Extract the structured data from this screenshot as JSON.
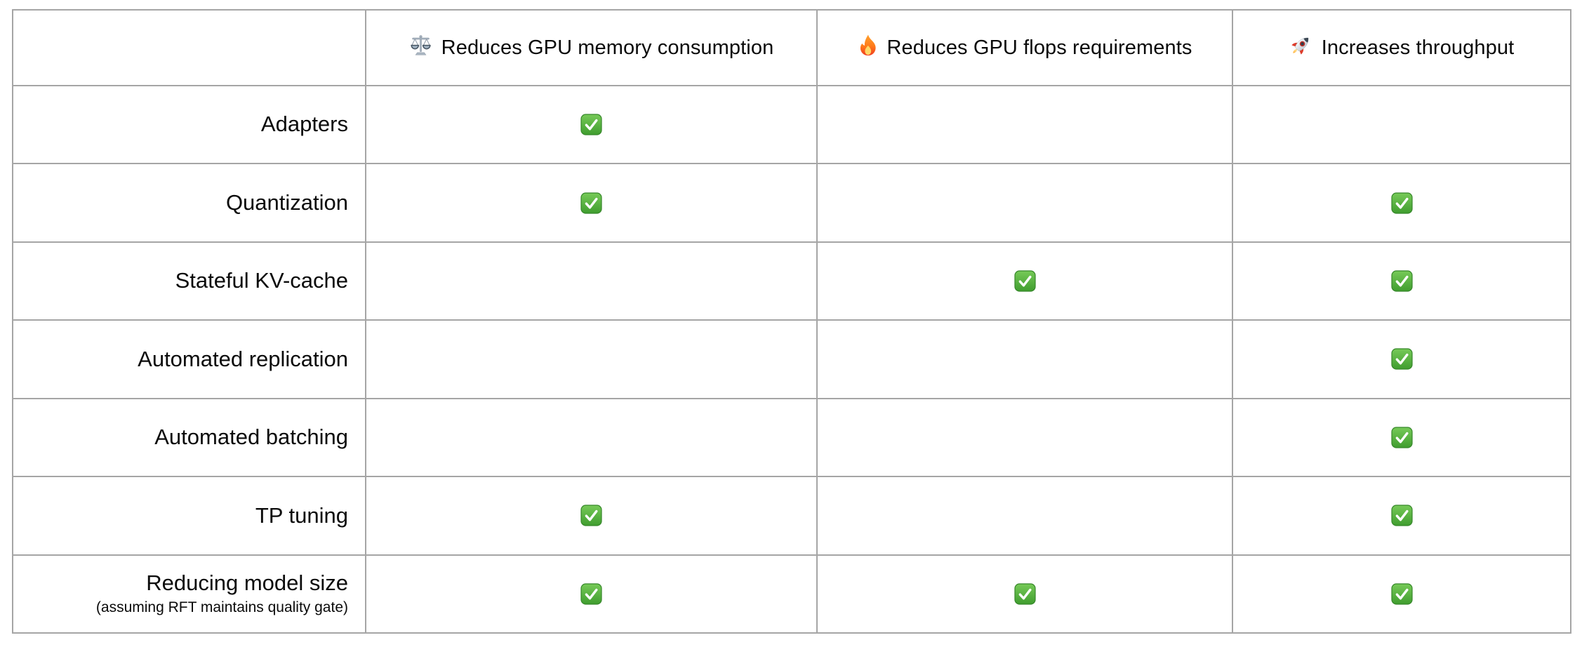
{
  "table": {
    "name": "serving-optimizations-feature-matrix",
    "corner_label": "",
    "columns": [
      {
        "icon": "balance-scale-icon",
        "label": "Reduces GPU memory consumption"
      },
      {
        "icon": "fire-icon",
        "label": "Reduces GPU flops requirements"
      },
      {
        "icon": "rocket-icon",
        "label": "Increases throughput"
      }
    ],
    "check_icon": "green-check-mark-icon",
    "rows": [
      {
        "label": "Adapters",
        "subnote": "",
        "checks": [
          true,
          false,
          false
        ]
      },
      {
        "label": "Quantization",
        "subnote": "",
        "checks": [
          true,
          false,
          true
        ]
      },
      {
        "label": "Stateful KV-cache",
        "subnote": "",
        "checks": [
          false,
          true,
          true
        ]
      },
      {
        "label": "Automated replication",
        "subnote": "",
        "checks": [
          false,
          false,
          true
        ]
      },
      {
        "label": "Automated batching",
        "subnote": "",
        "checks": [
          false,
          false,
          true
        ]
      },
      {
        "label": "TP tuning",
        "subnote": "",
        "checks": [
          true,
          false,
          true
        ]
      },
      {
        "label": "Reducing model size",
        "subnote": "(assuming RFT maintains quality gate)",
        "checks": [
          true,
          true,
          true
        ]
      }
    ],
    "colors": {
      "border": "#a5a5a5",
      "text": "#0a0a0a",
      "check_green_top": "#72c654",
      "check_green_bottom": "#3f9d2f",
      "fire_orange": "#ff7a1a",
      "fire_yellow": "#ffd766",
      "rocket_red": "#dd3d2c",
      "scale_silver": "#aab6c2"
    }
  }
}
